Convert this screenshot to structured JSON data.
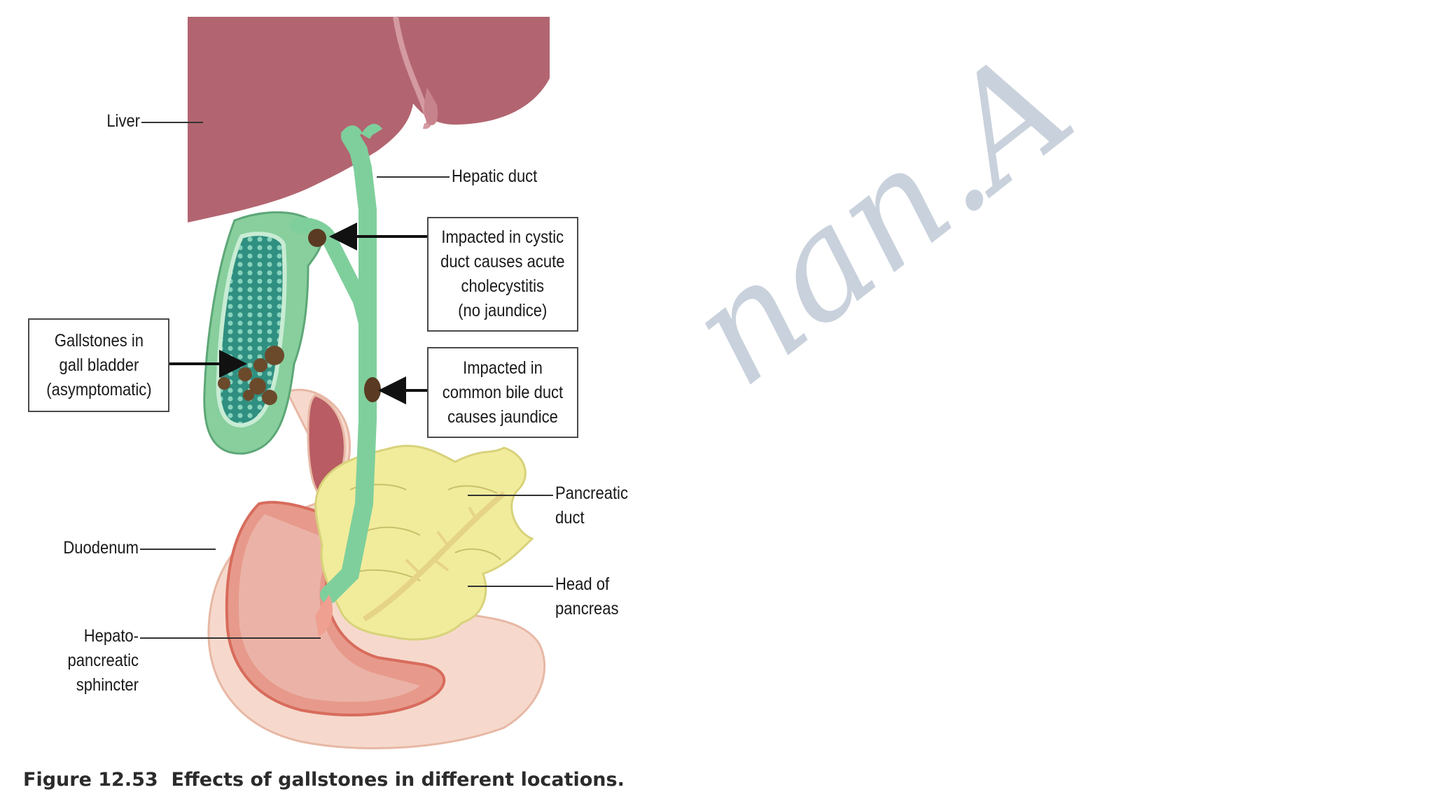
{
  "labels": {
    "liver": "Liver",
    "hepatic_duct": "Hepatic duct",
    "gallstones_in_gall_bladder": "Gallstones in\ngall bladder\n(asymptomatic)",
    "impacted_cystic_duct": "Impacted in cystic\nduct causes acute\ncholecystitis\n(no jaundice)",
    "impacted_common_bile_duct": "Impacted in\ncommon bile duct\ncauses jaundice",
    "pancreatic_duct": "Pancreatic\nduct",
    "duodenum": "Duodenum",
    "head_of_pancreas": "Head of\npancreas",
    "hepatopancreatic_sphincter": "Hepato-\npancreatic\nsphincter"
  },
  "caption": "Figure 12.53  Effects of gallstones in different locations.",
  "watermark": "nan.A",
  "colors": {
    "liver": "#b26570",
    "bile_duct": "#7fcf9c",
    "gallbladder_wall": "#88cf9d",
    "gallbladder_inner": "#2f8f80",
    "gallstone": "#5a3a22",
    "duodenum": "#f6d9cc",
    "duodenum_mucosa": "#e79a8b",
    "pancreas": "#f1ec9c",
    "watermark": "#c9d1dc"
  }
}
